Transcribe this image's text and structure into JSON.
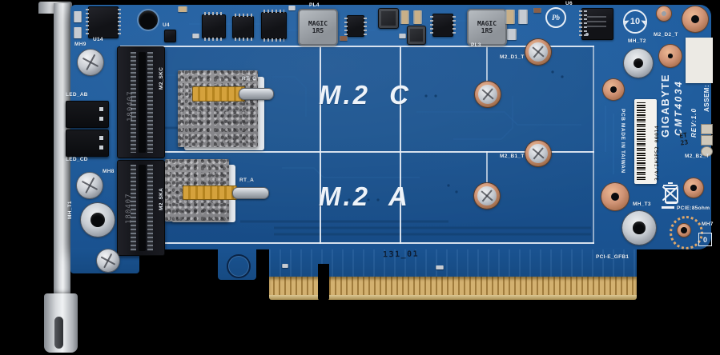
{
  "meta": {
    "subject": "Top view photo of a blue PCIe x16 add-in card with two M.2 slots and a low-profile metal bracket"
  },
  "branding": {
    "brand": "GIGABYTE",
    "model": "CMT4034",
    "revision": "REV:1.0",
    "assembly_label": "ASSEM:",
    "serial_number": "3/A/IH3P52 00014",
    "origin": "PCB MADE IN TAIWAN",
    "date_stamp_line1": "ET",
    "date_stamp_line2": "23"
  },
  "slots": {
    "slot_c_label": "M.2 C",
    "slot_a_label": "M.2 A",
    "connector_c_ref": "M2_SKC",
    "connector_a_ref": "M2_SKA",
    "connector_date_code": "180407",
    "thermistor_c_ref": "RT_C",
    "thermistor_a_ref": "RT_A"
  },
  "silkscreen": {
    "mh9": "MH9",
    "mh8": "MH8",
    "mh_t1": "MH_T1",
    "mh_t2": "MH_T2",
    "mh_t3": "MH_T3",
    "mh7": "MH7",
    "m2_d1_t": "M2_D1_T",
    "m2_d2_t": "M2_D2_T",
    "m2_b1_t": "M2_B1_T",
    "m2_b2_t": "M2_B2_T",
    "led_ab": "LED_AB",
    "led_cd": "LED_CD",
    "pl4": "PL4",
    "pl3": "PL3",
    "u4": "U4",
    "u6": "U6",
    "u14": "U14",
    "pcie_impedance": "PCIE:85ohm",
    "pcie_net": "PCI-E_GFB1",
    "fab_code": "131_01",
    "zero_mark": "0"
  },
  "components": {
    "inductor_line1": "MAGIC",
    "inductor_line2": "1R5",
    "pb_free_mark": "Pb",
    "china_rohs_years": "10"
  },
  "colors": {
    "pcb_blue": "#1d5a9a",
    "trace_dark": "#16477e",
    "silkscreen_white": "#e9eef5",
    "gold_finger": "#c9a566",
    "copper_pad": "#cf9273",
    "bracket_metal": "#c9ccd1",
    "connector_black": "#17181c"
  }
}
